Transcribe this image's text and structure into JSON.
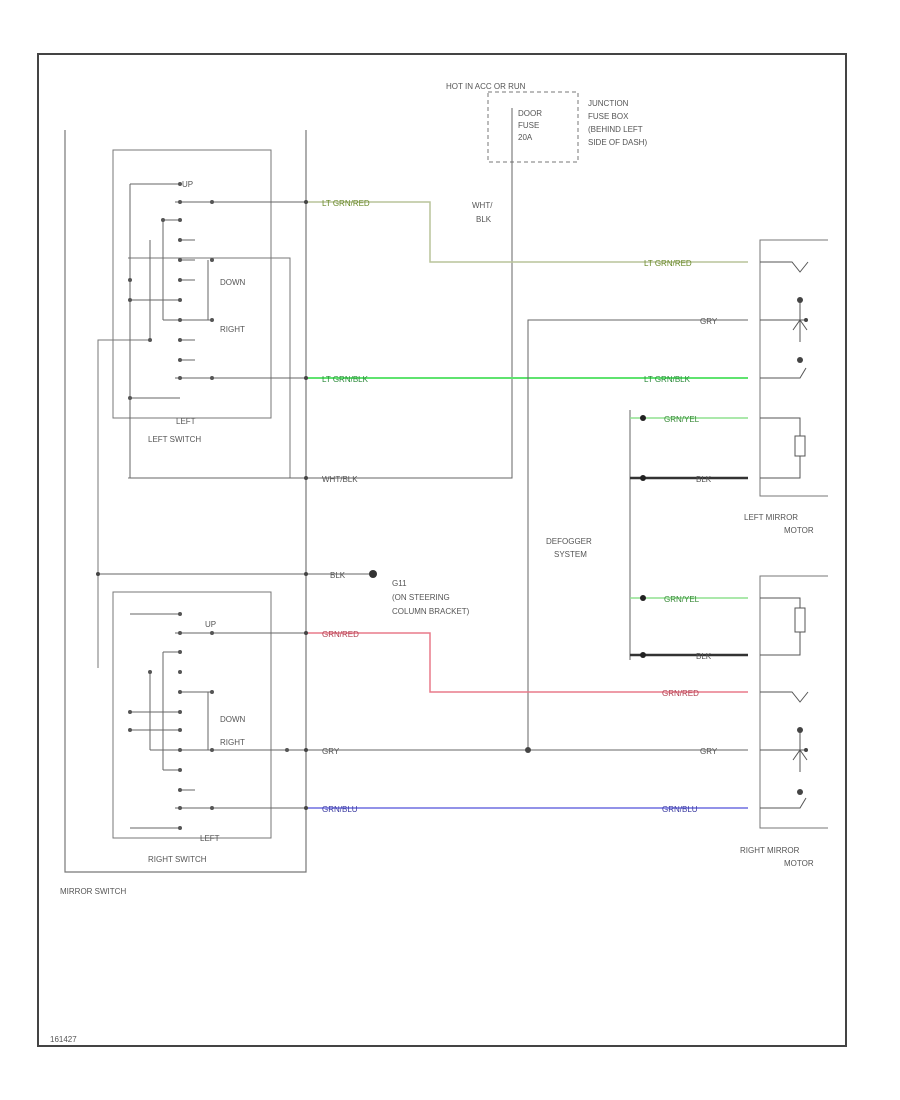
{
  "power": {
    "hot_label": "HOT IN ACC OR RUN",
    "junction_box": [
      "JUNCTION",
      "FUSE BOX",
      "(BEHIND LEFT",
      "SIDE OF DASH)"
    ],
    "fuse_lines": [
      "DOOR",
      "FUSE",
      "20A"
    ]
  },
  "switch": {
    "left_switch": "LEFT SWITCH",
    "right_switch": "RIGHT SWITCH",
    "mirror_switch": "MIRROR SWITCH",
    "up": "UP",
    "down": "DOWN",
    "right": "RIGHT",
    "left": "LEFT"
  },
  "wires": {
    "lt_grn_red": "LT GRN/RED",
    "lt_grn_blk": "LT GRN/BLK",
    "wht_blk": "WHT/BLK",
    "blk": "BLK",
    "grn_red": "GRN/RED",
    "gry": "GRY",
    "grn_blu": "GRN/BLU",
    "grn_yel": "GRN/YEL",
    "wht_blk_vertical": [
      "WHT/",
      "BLK"
    ]
  },
  "ground": {
    "name": "G11",
    "note": [
      "(ON STEERING",
      "COLUMN BRACKET)"
    ]
  },
  "defogger": [
    "DEFOGGER",
    "SYSTEM"
  ],
  "motors": {
    "left": [
      "LEFT MIRROR",
      "MOTOR"
    ],
    "right": [
      "RIGHT MIRROR",
      "MOTOR"
    ]
  },
  "figure_id": "161427",
  "colors": {
    "lt_grn_red": "#b9c49a",
    "lt_grn_blk": "#5fe36f",
    "grn_red": "#e87a8a",
    "grn_blu": "#6f6fe0",
    "grn_yel": "#8fe08f",
    "wire": "#666666",
    "frame": "#444444"
  }
}
